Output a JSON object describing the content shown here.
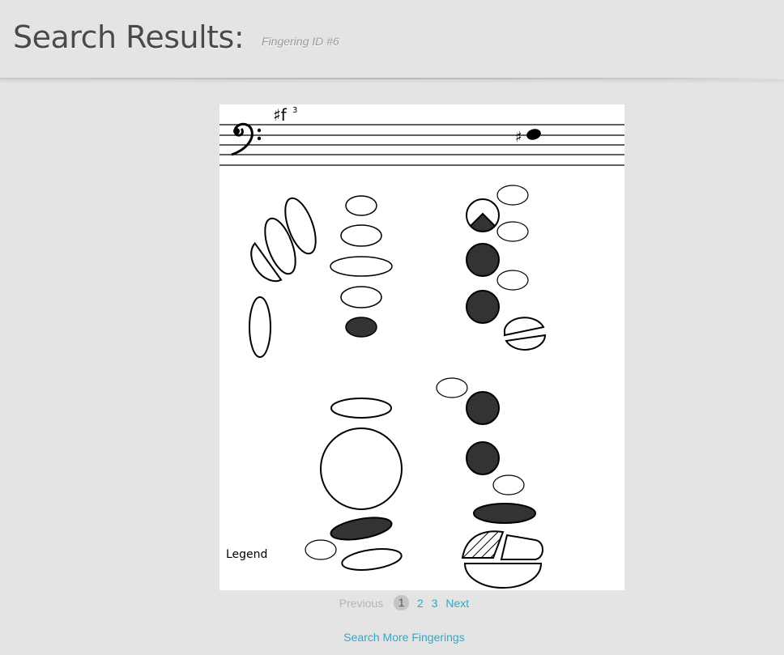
{
  "header": {
    "title": "Search Results:",
    "subtitle": "Fingering ID #6"
  },
  "fingering_chart": {
    "note_label": "♯f",
    "octave": "3",
    "accidental": "♯",
    "legend_label": "Legend",
    "colors": {
      "open_key": "#ffffff",
      "closed_key": "#333333",
      "outline": "#000000"
    }
  },
  "pagination": {
    "previous": "Previous",
    "pages": [
      "1",
      "2",
      "3"
    ],
    "current_page": "1",
    "next": "Next"
  },
  "links": {
    "search_more": "Search More Fingerings"
  }
}
